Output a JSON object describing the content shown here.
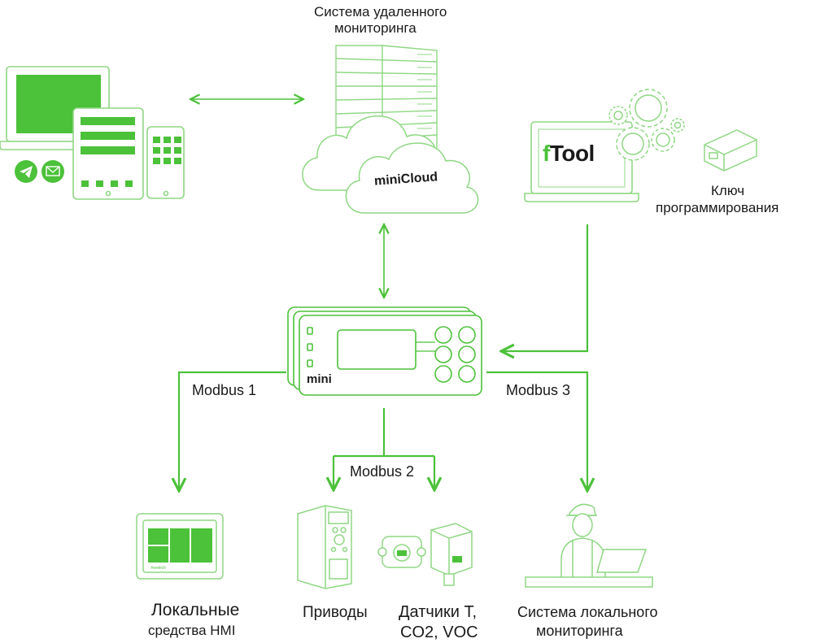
{
  "colors": {
    "accent": "#4cc13a",
    "line": "#8fd784",
    "text": "#1a1a1a"
  },
  "cloud": {
    "title_line1": "Система удаленного",
    "title_line2": "мониторинга",
    "name": "miniCloud"
  },
  "ftool": {
    "logo": "fTool"
  },
  "key": {
    "line1": "Ключ",
    "line2": "программирования"
  },
  "controller": {
    "name": "mini"
  },
  "buses": {
    "bus1": "Modbus 1",
    "bus2": "Modbus 2",
    "bus3": "Modbus 3"
  },
  "devices": {
    "hmi_line1": "Локальные",
    "hmi_line2": "средства HMI",
    "drives": "Приводы",
    "sensors_line1": "Датчики T,",
    "sensors_line2": "CO2, VOC",
    "local_line1": "Система локального",
    "local_line2": "мониторинга",
    "hmi_brand": "freetech"
  },
  "icons": [
    "telegram-icon",
    "mail-icon",
    "gear-icon",
    "arrow-icon"
  ]
}
